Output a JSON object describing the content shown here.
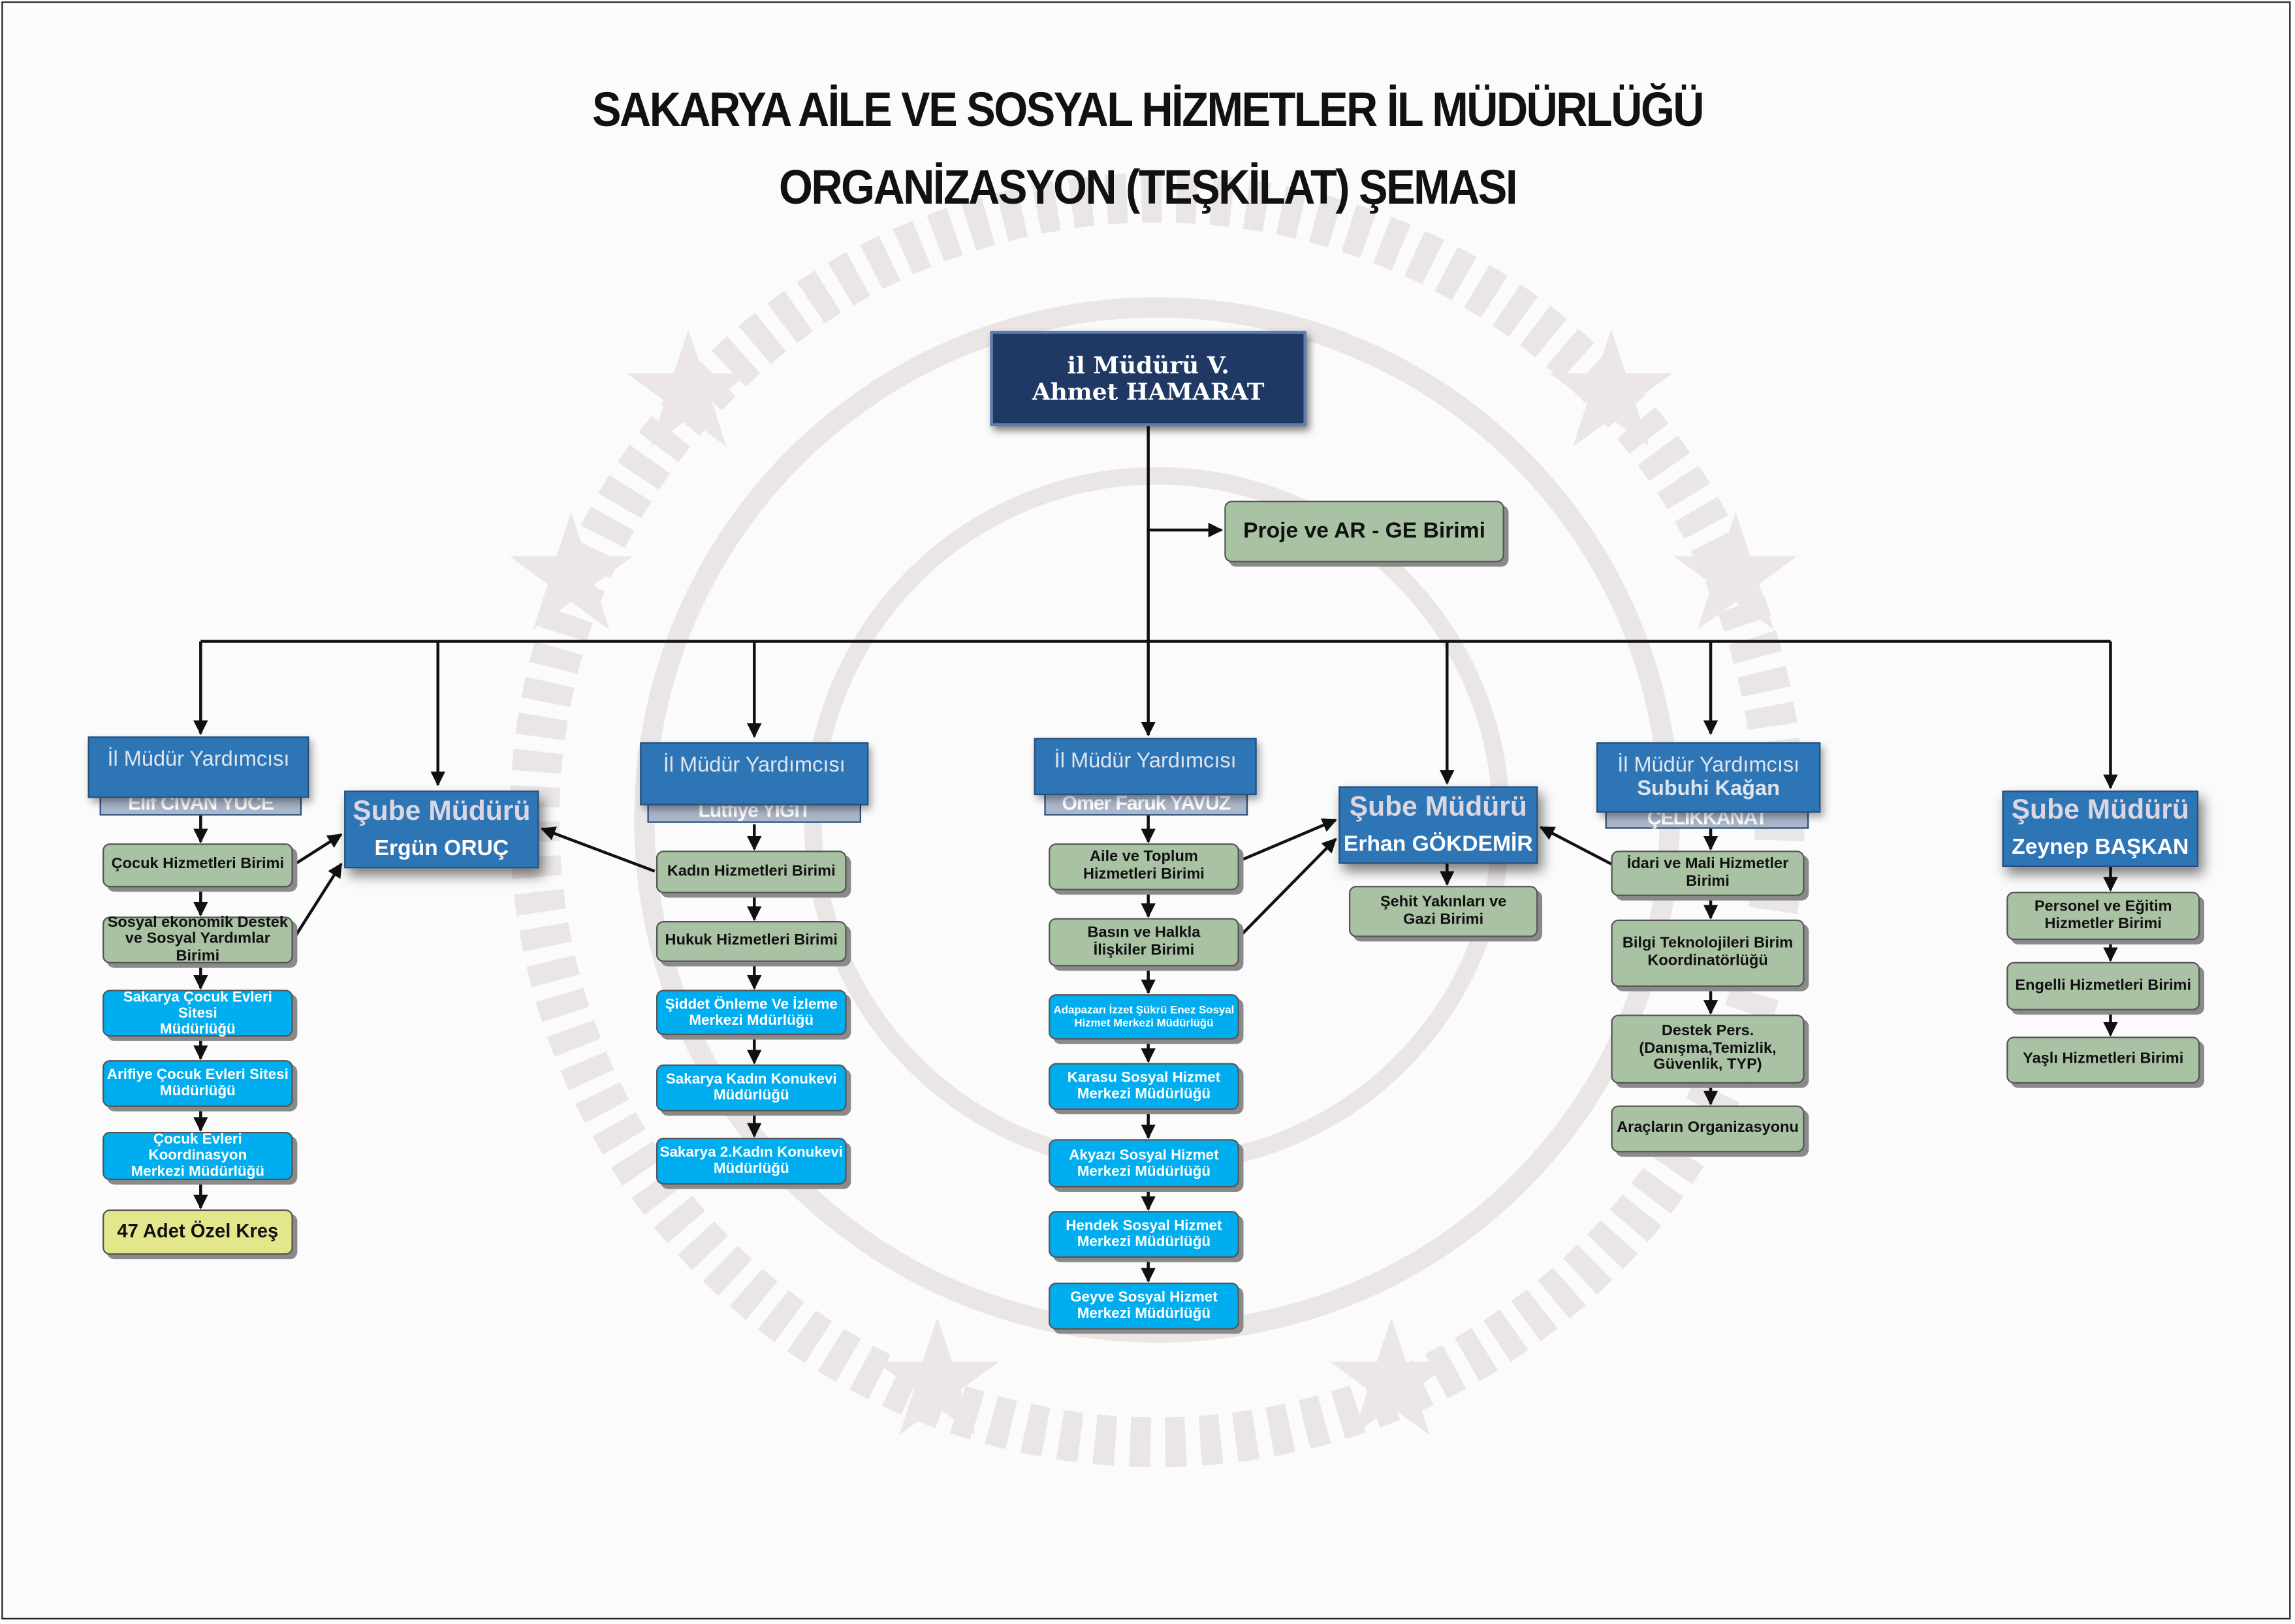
{
  "title": {
    "line1": "SAKARYA AİLE VE SOSYAL HİZMETLER İL MÜDÜRLÜĞÜ",
    "line2": "ORGANİZASYON (TEŞKİLAT) ŞEMASI"
  },
  "director": {
    "title": "il Müdürü V.",
    "name": "Ahmet HAMARAT"
  },
  "director_units": [
    "Proje ve AR - GE Birimi"
  ],
  "deputies": [
    {
      "title": "İl Müdür Yardımcısı",
      "name": "Elif CİVAN YÜCE",
      "units": [
        "Çocuk Hizmetleri Birimi",
        "Sosyal ekonomik Destek\nve Sosyal Yardımlar Birimi",
        "Sakarya Çocuk Evleri Sitesi\nMüdürlüğü",
        "Arifiye Çocuk Evleri Sitesi\nMüdürlüğü",
        "Çocuk Evleri Koordinasyon\nMerkezi Müdürlüğü",
        "47 Adet Özel Kreş"
      ]
    },
    {
      "title": "İl Müdür Yardımcısı",
      "name": "Lütfiye YİĞİT",
      "units": [
        "Kadın Hizmetleri Birimi",
        "Hukuk Hizmetleri Birimi",
        "Şiddet Önleme Ve İzleme\nMerkezi Mdürlüğü",
        "Sakarya Kadın Konukevi\nMüdürlüğü",
        "Sakarya 2.Kadın Konukevi\nMüdürlüğü"
      ]
    },
    {
      "title": "İl Müdür Yardımcısı",
      "name": "Ömer Faruk YAVUZ",
      "units": [
        "Aile ve Toplum\nHizmetleri Birimi",
        "Basın ve Halkla\nİlişkiler Birimi",
        "Adapazarı İzzet Şükrü Enez Sosyal\nHizmet Merkezi Müdürlüğü",
        "Karasu Sosyal Hizmet\nMerkezi Müdürlüğü",
        "Akyazı Sosyal Hizmet\nMerkezi Müdürlüğü",
        "Hendek Sosyal Hizmet\nMerkezi Müdürlüğü",
        "Geyve Sosyal Hizmet\nMerkezi Müdürlüğü"
      ]
    },
    {
      "title": "İl Müdür Yardımcısı",
      "name_line1": "Subuhi Kağan",
      "name_line2": "ÇELİKKANAT",
      "units": [
        "İdari ve Mali Hizmetler\nBirimi",
        "Bilgi Teknolojileri Birim\nKoordinatörlüğü",
        "Destek Pers.\n(Danışma,Temizlik,\nGüvenlik, TYP)",
        "Araçların Organizasyonu"
      ]
    }
  ],
  "branch_managers": [
    {
      "title": "Şube Müdürü",
      "name": "Ergün ORUÇ",
      "units": []
    },
    {
      "title": "Şube Müdürü",
      "name": "Erhan GÖKDEMİR",
      "units": [
        "Şehit Yakınları ve\nGazi Birimi"
      ]
    },
    {
      "title": "Şube Müdürü",
      "name": "Zeynep BAŞKAN",
      "units": [
        "Personel ve Eğitim\nHizmetler Birimi",
        "Engelli Hizmetleri Birimi",
        "Yaşlı Hizmetleri Birimi"
      ]
    }
  ],
  "colors": {
    "navy": "#1f3864",
    "blue": "#2e75b6",
    "green": "#a8c2a3",
    "cyan": "#00aeef",
    "yellow": "#e4e68c"
  }
}
